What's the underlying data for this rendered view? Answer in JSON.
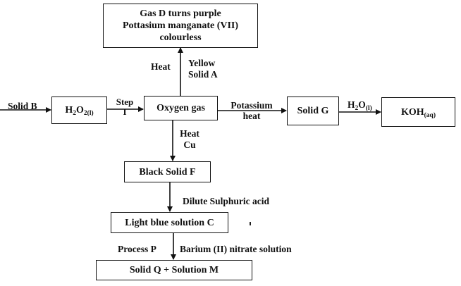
{
  "diagram": {
    "nodes": {
      "gas_d": {
        "lines": [
          "Gas D turns purple",
          "Pottasium manganate (VII)",
          "colourless"
        ]
      },
      "h2o2": {
        "base": "H",
        "sub1": "2",
        "mid": "O",
        "sub2": "2(l)"
      },
      "oxygen": {
        "label": "Oxygen gas"
      },
      "solid_g": {
        "label": "Solid G"
      },
      "koh": {
        "base": "KOH",
        "sub": "(aq)"
      },
      "black_solid_f": {
        "label": "Black Solid F"
      },
      "light_blue_c": {
        "label": "Light blue solution C"
      },
      "solid_q_m": {
        "label": "Solid Q + Solution M"
      }
    },
    "edges": {
      "solid_b": {
        "label": "Solid B"
      },
      "step_i": {
        "line1": "Step",
        "line2": "I"
      },
      "heat_yellow": {
        "left": "Heat",
        "right1": "Yellow",
        "right2": "Solid A"
      },
      "potassium_heat": {
        "line1": "Potassium",
        "line2": "heat"
      },
      "water": {
        "base": "H",
        "sub1": "2",
        "mid": "O",
        "sub2": "(l)"
      },
      "heat_cu": {
        "line1": "Heat",
        "line2": "Cu"
      },
      "dilute_acid": {
        "label": "Dilute Sulphuric acid"
      },
      "process_p": {
        "label": "Process P"
      },
      "barium_nitrate": {
        "label": "Barium (II) nitrate solution"
      }
    }
  }
}
